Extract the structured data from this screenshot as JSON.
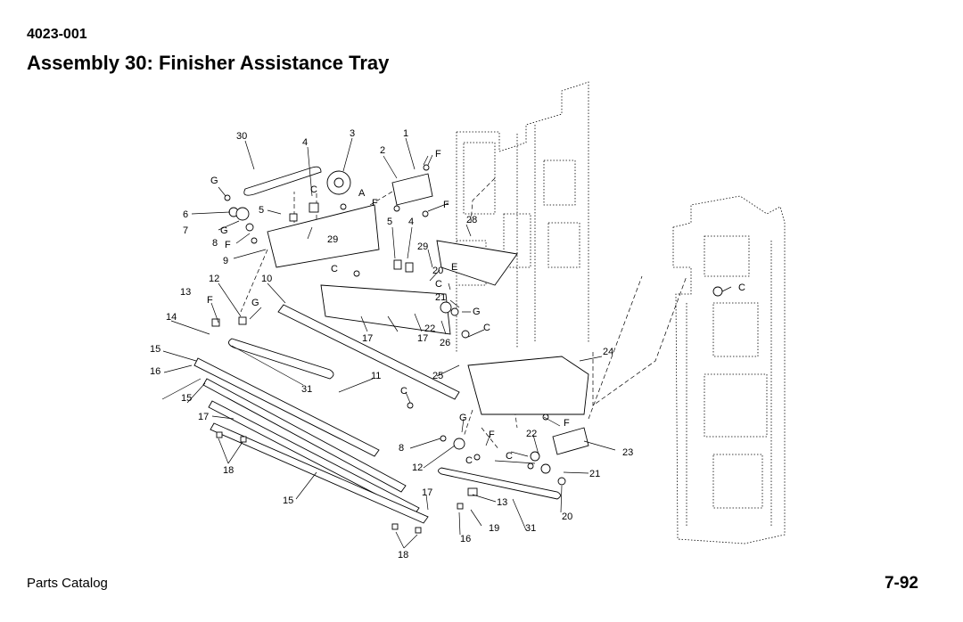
{
  "document": {
    "code": "4023-001",
    "title": "Assembly 30:  Finisher Assistance Tray"
  },
  "footer": {
    "catalog": "Parts Catalog",
    "page_number": "7-92"
  },
  "callouts": [
    "30",
    "4",
    "3",
    "1",
    "2",
    "F",
    "G",
    "C",
    "A",
    "6",
    "5",
    "F",
    "7",
    "G",
    "8",
    "F",
    "9",
    "29",
    "5",
    "4",
    "28",
    "29",
    "20",
    "E",
    "C",
    "12",
    "10",
    "13",
    "F",
    "G",
    "14",
    "17",
    "17",
    "26",
    "22",
    "C",
    "15",
    "16",
    "31",
    "11",
    "25",
    "24",
    "15",
    "17",
    "C",
    "18",
    "15",
    "8",
    "G",
    "F",
    "22",
    "12",
    "C",
    "21",
    "17",
    "13",
    "20",
    "19",
    "31",
    "16",
    "18",
    "23",
    "F",
    "C",
    "F",
    "C",
    "21",
    "G",
    "C"
  ]
}
